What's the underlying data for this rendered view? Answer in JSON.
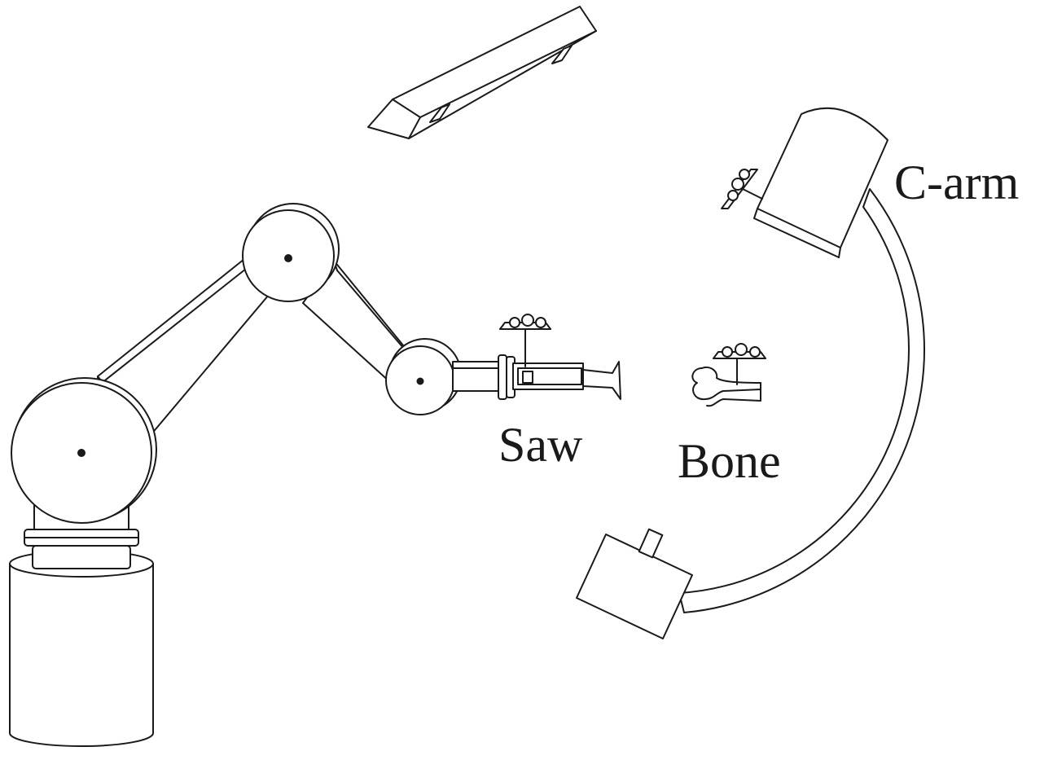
{
  "labels": {
    "saw": "Saw",
    "bone": "Bone",
    "carm": "C-arm"
  },
  "colors": {
    "stroke": "#1a1a1a",
    "background": "#ffffff"
  }
}
